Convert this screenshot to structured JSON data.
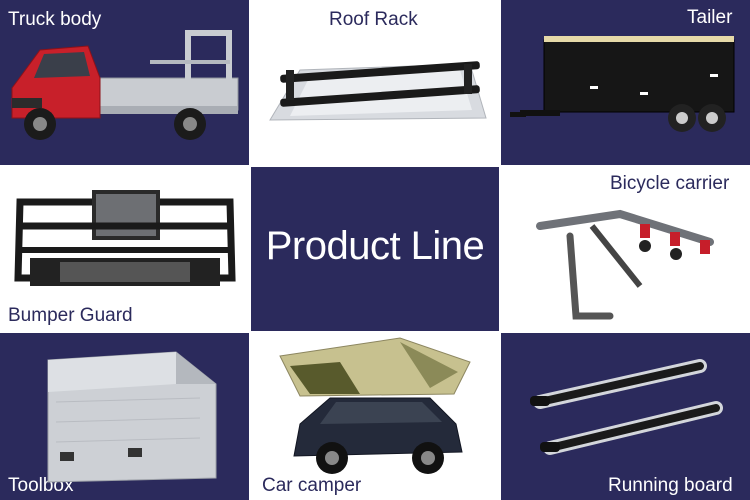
{
  "title": "Product Line",
  "products": {
    "truck_body": "Truck body",
    "roof_rack": "Roof Rack",
    "trailer": "Tailer",
    "bumper_guard": "Bumper Guard",
    "bicycle_carrier": "Bicycle carrier",
    "toolbox": "Toolbox",
    "car_camper": "Car camper",
    "running_board": "Running board"
  },
  "colors": {
    "navy": "#2b2a5c",
    "white": "#ffffff",
    "truck_red": "#c8202a",
    "aluminum": "#c9ccd1"
  },
  "icons": [
    "truck-body-image",
    "roof-rack-image",
    "trailer-image",
    "bumper-guard-image",
    "bicycle-carrier-image",
    "toolbox-image",
    "car-camper-image",
    "running-board-image"
  ]
}
